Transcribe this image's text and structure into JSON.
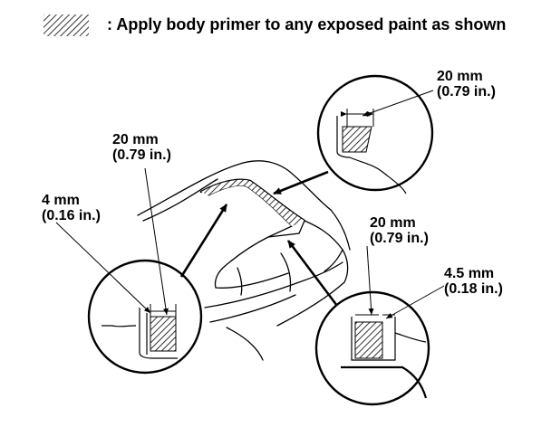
{
  "header": {
    "note": ": Apply body primer to any exposed paint as shown",
    "hatch_icon": "diagonal-hatch-swatch"
  },
  "callouts": {
    "roof_edge_width": {
      "mm": "20 mm",
      "inch": "(0.79 in.)"
    },
    "drip_rail_width": {
      "mm": "20 mm",
      "inch": "(0.79 in.)"
    },
    "outer_flange_width": {
      "mm": "4 mm",
      "inch": "(0.16 in.)"
    },
    "pillar_width": {
      "mm": "20 mm",
      "inch": "(0.79 in.)"
    },
    "pillar_flange_width": {
      "mm": "4.5 mm",
      "inch": "(0.18 in.)"
    }
  },
  "colors": {
    "ink": "#000000",
    "background": "#ffffff",
    "hatch": "#000000"
  }
}
